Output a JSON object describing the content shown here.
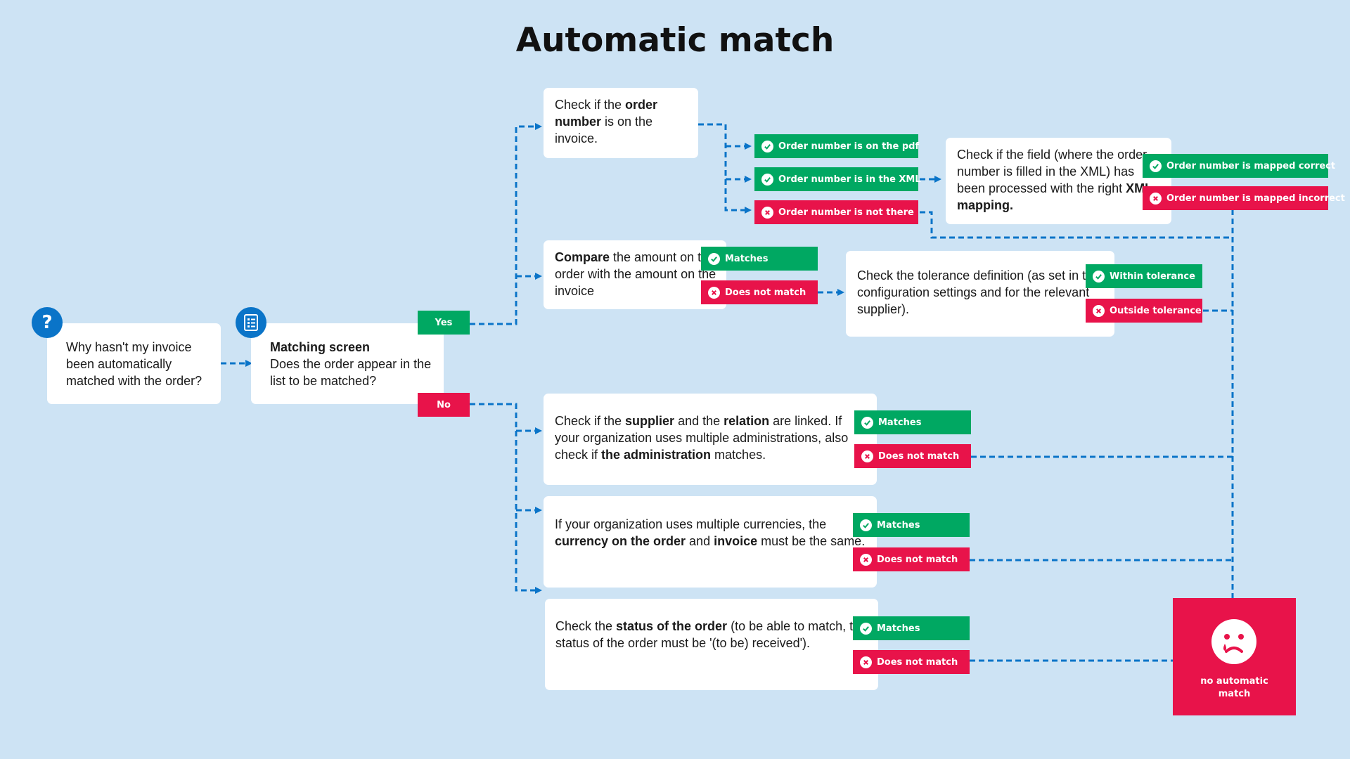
{
  "title": "Automatic match",
  "colors": {
    "background": "#cde3f4",
    "green": "#00a862",
    "red": "#e8134a",
    "blue": "#0a74c8",
    "dash": "#0a74c8"
  },
  "start": {
    "icon": "question-icon",
    "icon_glyph": "?",
    "text": "Why hasn't my invoice been automatically matched with the order?"
  },
  "matching_screen": {
    "icon": "list-icon",
    "title": "Matching screen",
    "text": "Does the order appear in the list to be matched?",
    "yes": "Yes",
    "no": "No"
  },
  "order_number": {
    "parts": [
      "Check if the ",
      "order number",
      " is on the invoice."
    ],
    "outcomes": [
      {
        "label": "Order number is on the pdf",
        "status": "ok"
      },
      {
        "label": "Order number is in the XML",
        "status": "ok"
      },
      {
        "label": "Order number is not there",
        "status": "fail"
      }
    ]
  },
  "xml_mapping": {
    "parts": [
      "Check if the field (where the order number is filled in the XML) has been processed with the right ",
      "XML mapping."
    ],
    "outcomes": [
      {
        "label": "Order number is mapped correct",
        "status": "ok"
      },
      {
        "label": "Order number is mapped incorrect",
        "status": "fail"
      }
    ]
  },
  "compare_amount": {
    "parts": [
      "Compare",
      " the amount on the order with the amount on the invoice"
    ],
    "outcomes": [
      {
        "label": "Matches",
        "status": "ok"
      },
      {
        "label": "Does not match",
        "status": "fail"
      }
    ]
  },
  "tolerance": {
    "text": "Check the tolerance definition (as set in the configuration settings and for the relevant supplier).",
    "outcomes": [
      {
        "label": "Within tolerance",
        "status": "ok"
      },
      {
        "label": "Outside tolerance",
        "status": "fail"
      }
    ]
  },
  "supplier": {
    "parts": [
      "Check if the ",
      "supplier",
      " and the ",
      "relation",
      " are linked. If your organization uses multiple administrations, also check if ",
      "the administration",
      " matches."
    ],
    "outcomes": [
      {
        "label": "Matches",
        "status": "ok"
      },
      {
        "label": "Does not match",
        "status": "fail"
      }
    ]
  },
  "currency": {
    "parts": [
      "If your organization uses multiple currencies, the ",
      "currency on the order",
      " and ",
      "invoice",
      " must be the same."
    ],
    "outcomes": [
      {
        "label": "Matches",
        "status": "ok"
      },
      {
        "label": "Does not match",
        "status": "fail"
      }
    ]
  },
  "status": {
    "parts": [
      "Check the ",
      "status of the order",
      " (to be able to match, the status of the order must be '(to be) received')."
    ],
    "outcomes": [
      {
        "label": "Matches",
        "status": "ok"
      },
      {
        "label": "Does not match",
        "status": "fail"
      }
    ]
  },
  "no_match": {
    "icon": "sad-face-icon",
    "label": "no automatic match"
  }
}
